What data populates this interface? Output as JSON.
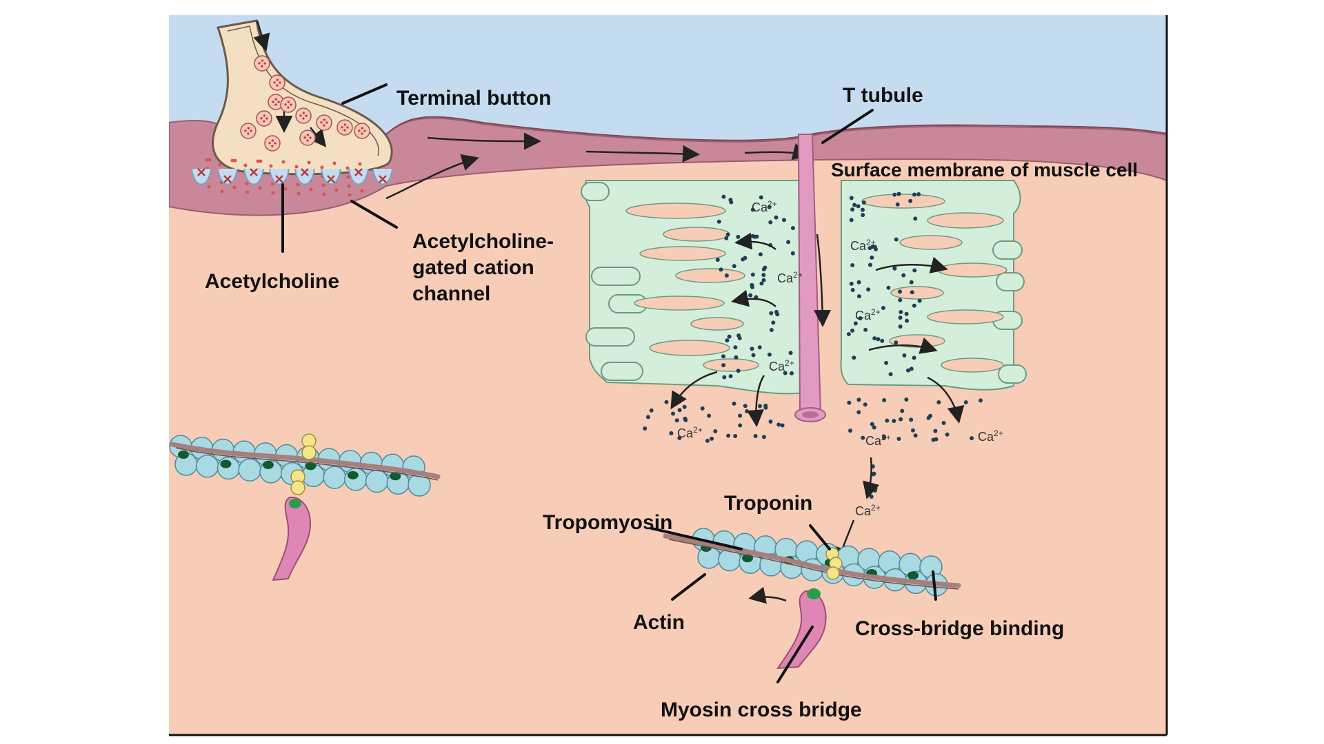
{
  "labels": {
    "terminal_button": "Terminal button",
    "t_tubule": "T tubule",
    "surface_membrane": "Surface membrane of muscle cell",
    "acetylcholine": "Acetylcholine",
    "ach_channel_line1": "Acetylcholine-",
    "ach_channel_line2": "gated cation",
    "ach_channel_line3": "channel",
    "troponin": "Troponin",
    "tropomyosin": "Tropomyosin",
    "actin": "Actin",
    "cross_bridge_binding": "Cross-bridge binding",
    "myosin_cross_bridge": "Myosin cross bridge"
  },
  "ion": {
    "symbol": "Ca",
    "charge": "2+"
  },
  "colors": {
    "extracellular": "#c5dcf0",
    "membrane": "#c9879a",
    "cytoplasm": "#f7cdb8",
    "reticulum": "#d4eedc",
    "t_tubule": "#e39ac0",
    "actin": "#a9d9e3",
    "binding_site": "#0f5a2f",
    "troponin": "#f4e58a",
    "tropomyosin": "#a77f7c",
    "myosin": "#df86b4",
    "vesicle": "#f6c6bb",
    "terminal": "#f4dfc3"
  }
}
